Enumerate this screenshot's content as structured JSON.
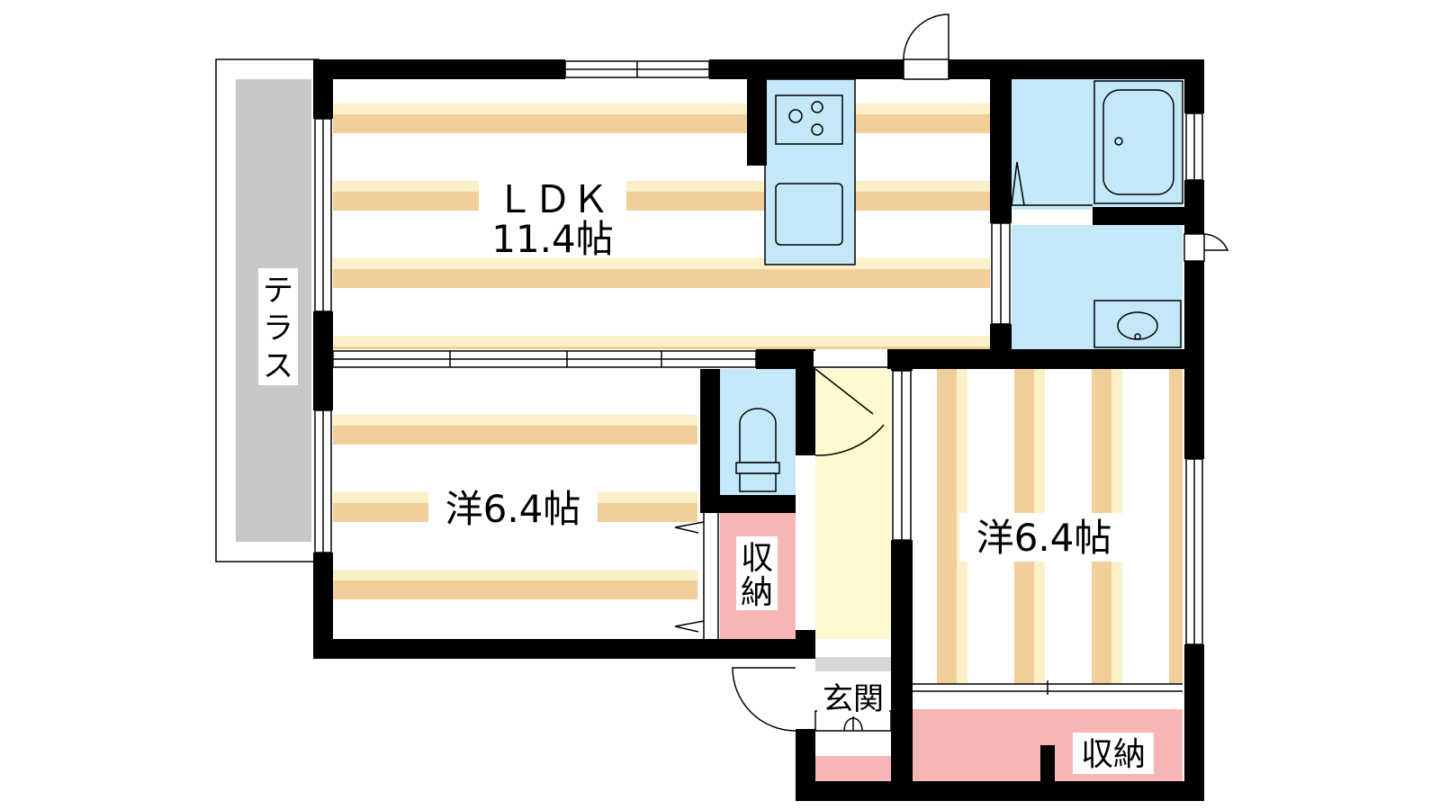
{
  "floor_plan": {
    "rooms": {
      "ldk": {
        "name": "ＬＤＫ",
        "size": "11.4帖"
      },
      "western_left": {
        "name": "洋6.4帖"
      },
      "western_right": {
        "name": "洋6.4帖"
      },
      "storage_small": {
        "line1": "収",
        "line2": "納"
      },
      "storage_right": {
        "name": "収納"
      },
      "entrance": {
        "name": "玄関"
      },
      "terrace": {
        "line1": "テ",
        "line2": "ラ",
        "line3": "ス"
      }
    },
    "fixtures": {
      "stove": "stove-icon",
      "sink": "kitchen-sink-icon",
      "bathtub": "bathtub-icon",
      "washbasin": "washbasin-icon",
      "toilet": "toilet-icon"
    },
    "colors": {
      "wall": "#000000",
      "floor_stripe": "#f2cf9a",
      "floor_stripe_light": "#fbf0c8",
      "wet_area": "#c3e8f8",
      "storage": "#f7b6b6",
      "corridor": "#fff9cf",
      "terrace": "#c8c8c8",
      "genkan": "#d7d7d7"
    }
  }
}
